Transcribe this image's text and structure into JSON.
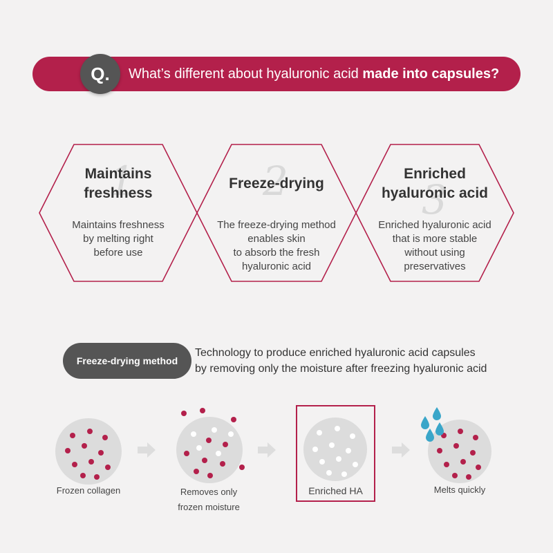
{
  "question": {
    "badge": "Q.",
    "text_plain": "What’s different about hyaluronic acid ",
    "text_bold": "made into capsules?"
  },
  "features": [
    {
      "number": "1",
      "title_lines": [
        "Maintains",
        "freshness"
      ],
      "desc_lines": [
        "Maintains freshness",
        "by melting right",
        "before use"
      ]
    },
    {
      "number": "2",
      "title_lines": [
        "Freeze-drying"
      ],
      "desc_lines": [
        "The freeze-drying method",
        "enables skin",
        "to absorb the fresh",
        "hyaluronic acid"
      ]
    },
    {
      "number": "3",
      "title_lines": [
        "Enriched",
        "hyaluronic acid"
      ],
      "desc_lines": [
        "Enriched hyaluronic acid",
        "that is more stable",
        "without using",
        "preservatives"
      ]
    }
  ],
  "method": {
    "label": "Freeze-drying method",
    "line1": "Technology to produce enriched hyaluronic acid capsules",
    "line2": "by removing only the moisture after freezing hyaluronic acid"
  },
  "steps": [
    {
      "label_lines": [
        "Frozen collagen"
      ]
    },
    {
      "label_lines": [
        "Removes only",
        "frozen moisture"
      ]
    },
    {
      "label_lines": [
        "Enriched HA"
      ]
    },
    {
      "label_lines": [
        "Melts quickly"
      ]
    }
  ],
  "colors": {
    "accent": "#b3204b",
    "dark": "#555555",
    "background": "#f3f2f2",
    "circle": "#dcdcdc",
    "droplet": "#3aa6c9",
    "arrow": "#dddddd"
  },
  "icons": [
    "arrow-right-icon",
    "water-drop-icon"
  ]
}
